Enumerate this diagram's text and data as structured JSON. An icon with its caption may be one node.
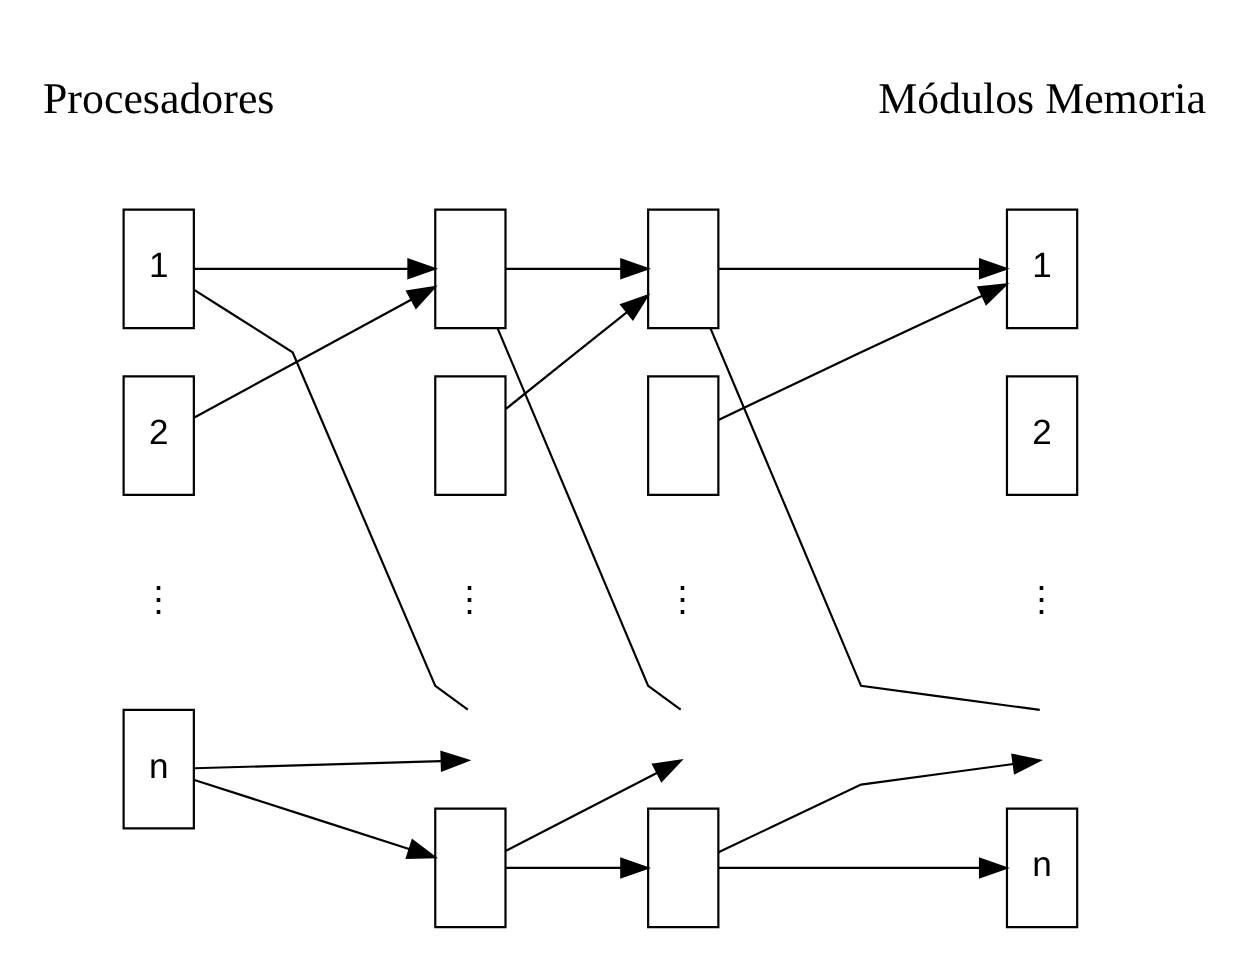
{
  "diagram": {
    "nodes": [
      {
        "text": [
          "1"
        ]
      },
      {
        "text": [
          "2"
        ]
      },
      {
        "text": [
          "n"
        ]
      },
      {
        "text": [],
        "shape": "box"
      },
      {
        "text": [],
        "shape": "box"
      },
      {
        "text": [],
        "shape": "box"
      },
      {
        "text": [],
        "shape": "box"
      },
      {
        "text": [],
        "shape": "box"
      },
      {
        "text": [],
        "shape": "box"
      },
      {
        "text": [
          "1"
        ]
      },
      {
        "text": [
          "2"
        ]
      },
      {
        "text": [
          "n"
        ]
      }
    ],
    "edges": [
      {
        "from": 0,
        "to": 3,
        "arrow": "to"
      },
      {
        "from": 0,
        "to": null,
        "arrow": "none"
      },
      {
        "from": 1,
        "to": 3,
        "arrow": "to"
      },
      {
        "from": 2,
        "to": null,
        "arrow": "to"
      },
      {
        "from": 2,
        "to": 5,
        "arrow": "to"
      },
      {
        "from": 3,
        "to": 6,
        "arrow": "to"
      },
      {
        "from": 3,
        "to": null,
        "arrow": "none"
      },
      {
        "from": 4,
        "to": 6,
        "arrow": "to"
      },
      {
        "from": 5,
        "to": null,
        "arrow": "to"
      },
      {
        "from": 5,
        "to": 8,
        "arrow": "to"
      },
      {
        "from": 6,
        "to": 9,
        "arrow": "to"
      },
      {
        "from": 6,
        "to": null,
        "arrow": "none"
      },
      {
        "from": 7,
        "to": 9,
        "arrow": "to"
      },
      {
        "from": 8,
        "to": null,
        "arrow": "to"
      },
      {
        "from": 8,
        "to": 11,
        "arrow": "to"
      }
    ],
    "labels": [
      "Procesadores",
      "Módulos Memoria",
      "⋮",
      "⋮",
      "⋮",
      "⋮"
    ]
  }
}
